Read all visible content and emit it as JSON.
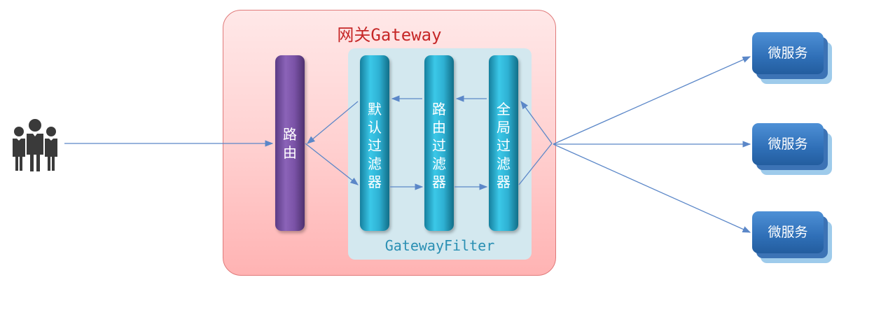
{
  "gateway": {
    "title": "网关Gateway",
    "filter_panel_label": "GatewayFilter"
  },
  "components": {
    "router_label": "路由",
    "default_filter_label": "默认过滤器",
    "route_filter_label": "路由过滤器",
    "global_filter_label": "全局过滤器"
  },
  "client": {
    "icon": "users-group-icon"
  },
  "services": [
    {
      "label": "微服务"
    },
    {
      "label": "微服务"
    },
    {
      "label": "微服务"
    }
  ],
  "colors": {
    "gateway_bg": "#ffc4c4",
    "gateway_title": "#c62828",
    "filter_panel_bg": "#d3e8ef",
    "filter_panel_text": "#2a8fb3",
    "router_bar": "#7b53a7",
    "filter_bar": "#2eb1d3",
    "service": "#2f6fb7",
    "arrow": "#5b87c8"
  }
}
